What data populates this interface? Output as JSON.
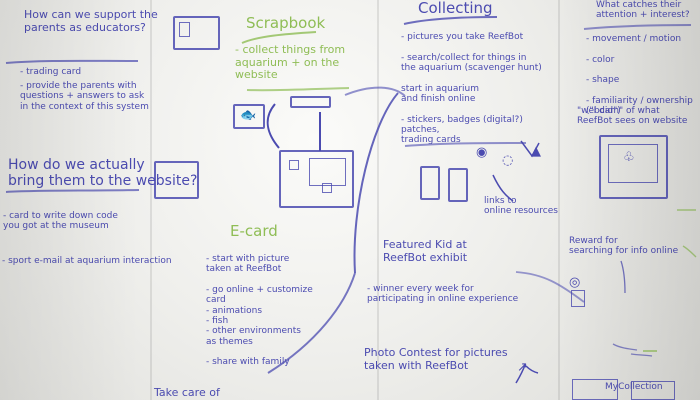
{
  "left_column": {
    "question_support": "How can we support the\nparents as educators?",
    "trading_card": "- trading card",
    "provide_parents": "- provide the parents with\nquestions + answers to ask\nin the context of this system",
    "question_bring": "How do we actually\nbring them to the website?",
    "card_to_write_down": "- card to write down code\nyou got at the museum",
    "email_interaction": "- sport e-mail at aquarium interaction"
  },
  "center_left": {
    "scrapbook_title": "Scrapbook",
    "collect_things": "- collect things from\naquarium + on the\nwebsite",
    "ecard_title": "E-card",
    "ecard_items": "- start with picture\ntaken at ReefBot\n\n- go online + customize\ncard\n  - animations\n  - fish\n  - other environments\n    as themes\n\n- share with family",
    "take_care": "Take care of"
  },
  "center_right": {
    "collecting_title": "Collecting",
    "collecting_items": "- pictures you take ReefBot\n\n- search/collect for things in\nthe aquarium (scavenger hunt)\n\n  start in aquarium\n  and finish online\n\n- stickers, badges (digital?)\n  patches,\n  trading cards",
    "links_text": "links to\nonline resources",
    "featured_title": "Featured Kid at\nReefBot exhibit",
    "featured_item": "- winner every week for\nparticipating in online experience",
    "photo_contest": "Photo Contest for pictures\ntaken with ReefBot"
  },
  "right_column": {
    "attention_title": "What catches their\nattention + interest?",
    "attention_items": "- movement / motion\n\n- color\n\n- shape\n\n- familiarity / ownership (\"I did\")",
    "webcam_title": "\"webcam\" of what\nReefBot sees on website",
    "reward_title": "Reward for\nsearching for info online",
    "mycollection": "MyCollection"
  }
}
